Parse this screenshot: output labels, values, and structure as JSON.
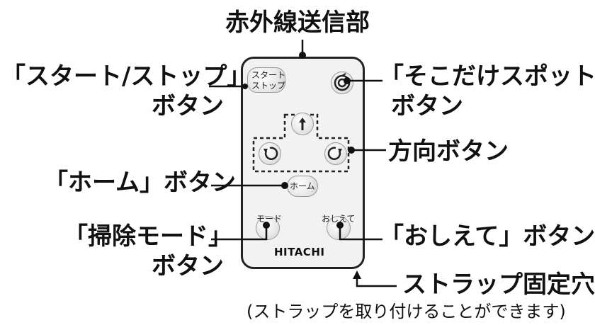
{
  "labels": {
    "ir_sender": "赤外線送信部",
    "start_stop_l1": "「スタート/ストップ」",
    "start_stop_l2": "ボタン",
    "spot_l1": "「そこだけスポット」",
    "spot_l2": "ボタン",
    "direction": "方向ボタン",
    "home": "「ホーム」ボタン",
    "mode_l1": "「掃除モード」",
    "mode_l2": "ボタン",
    "help": "「おしえて」ボタン",
    "strap": "ストラップ固定穴",
    "strap_note": "(ストラップを取り付けることができます)"
  },
  "remote": {
    "start_stop_l1": "スタート",
    "start_stop_l2": "ストップ",
    "home": "ホーム",
    "mode": "モード",
    "help": "おしえて",
    "brand": "HITACHI"
  },
  "icons": {
    "spot": "spot-icon",
    "up": "arrow-up-icon",
    "rotate_left": "rotate-left-icon",
    "rotate_right": "rotate-right-icon"
  },
  "colors": {
    "line": "#111111",
    "remote_body": "#f2f2f2",
    "button": "#e9e9e9"
  }
}
